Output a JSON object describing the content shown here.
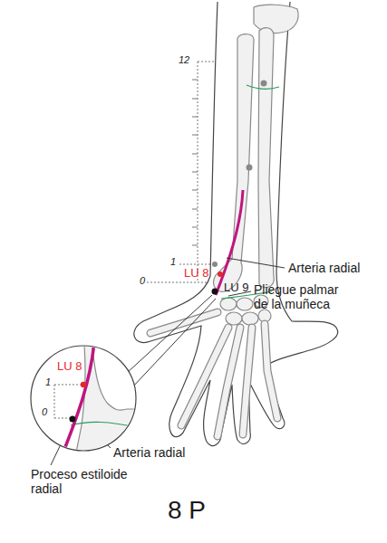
{
  "diagram": {
    "caption": "8 P",
    "labels": [
      "12",
      "1",
      "0",
      "LU 8",
      "LU 9",
      "Arteria radial",
      "Pliegue palmar de la muñeca",
      "LU 8",
      "1",
      "0",
      "Arteria radial",
      "Proceso estiloide radial"
    ]
  }
}
